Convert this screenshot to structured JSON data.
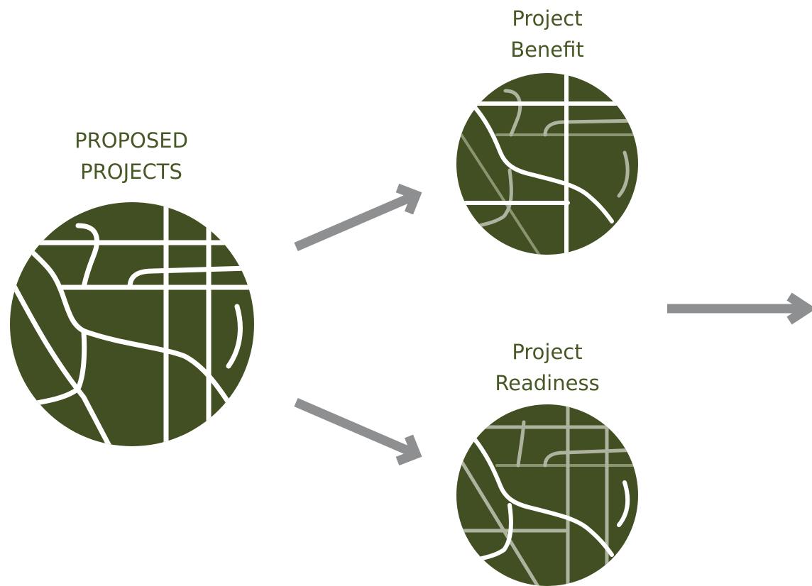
{
  "labels": {
    "proposed": [
      "PROPOSED",
      "PROJECTS"
    ],
    "benefit": [
      "Project",
      "Benefit"
    ],
    "readiness": [
      "Project",
      "Readiness"
    ]
  },
  "icons": {
    "map": "map-icon",
    "arrow": "arrow-icon"
  },
  "colors": {
    "map_fill": "#414f22",
    "road": "#ffffff",
    "road_faded": "#aeb3a0",
    "label": "#475826",
    "arrow": "#8e8f91"
  }
}
